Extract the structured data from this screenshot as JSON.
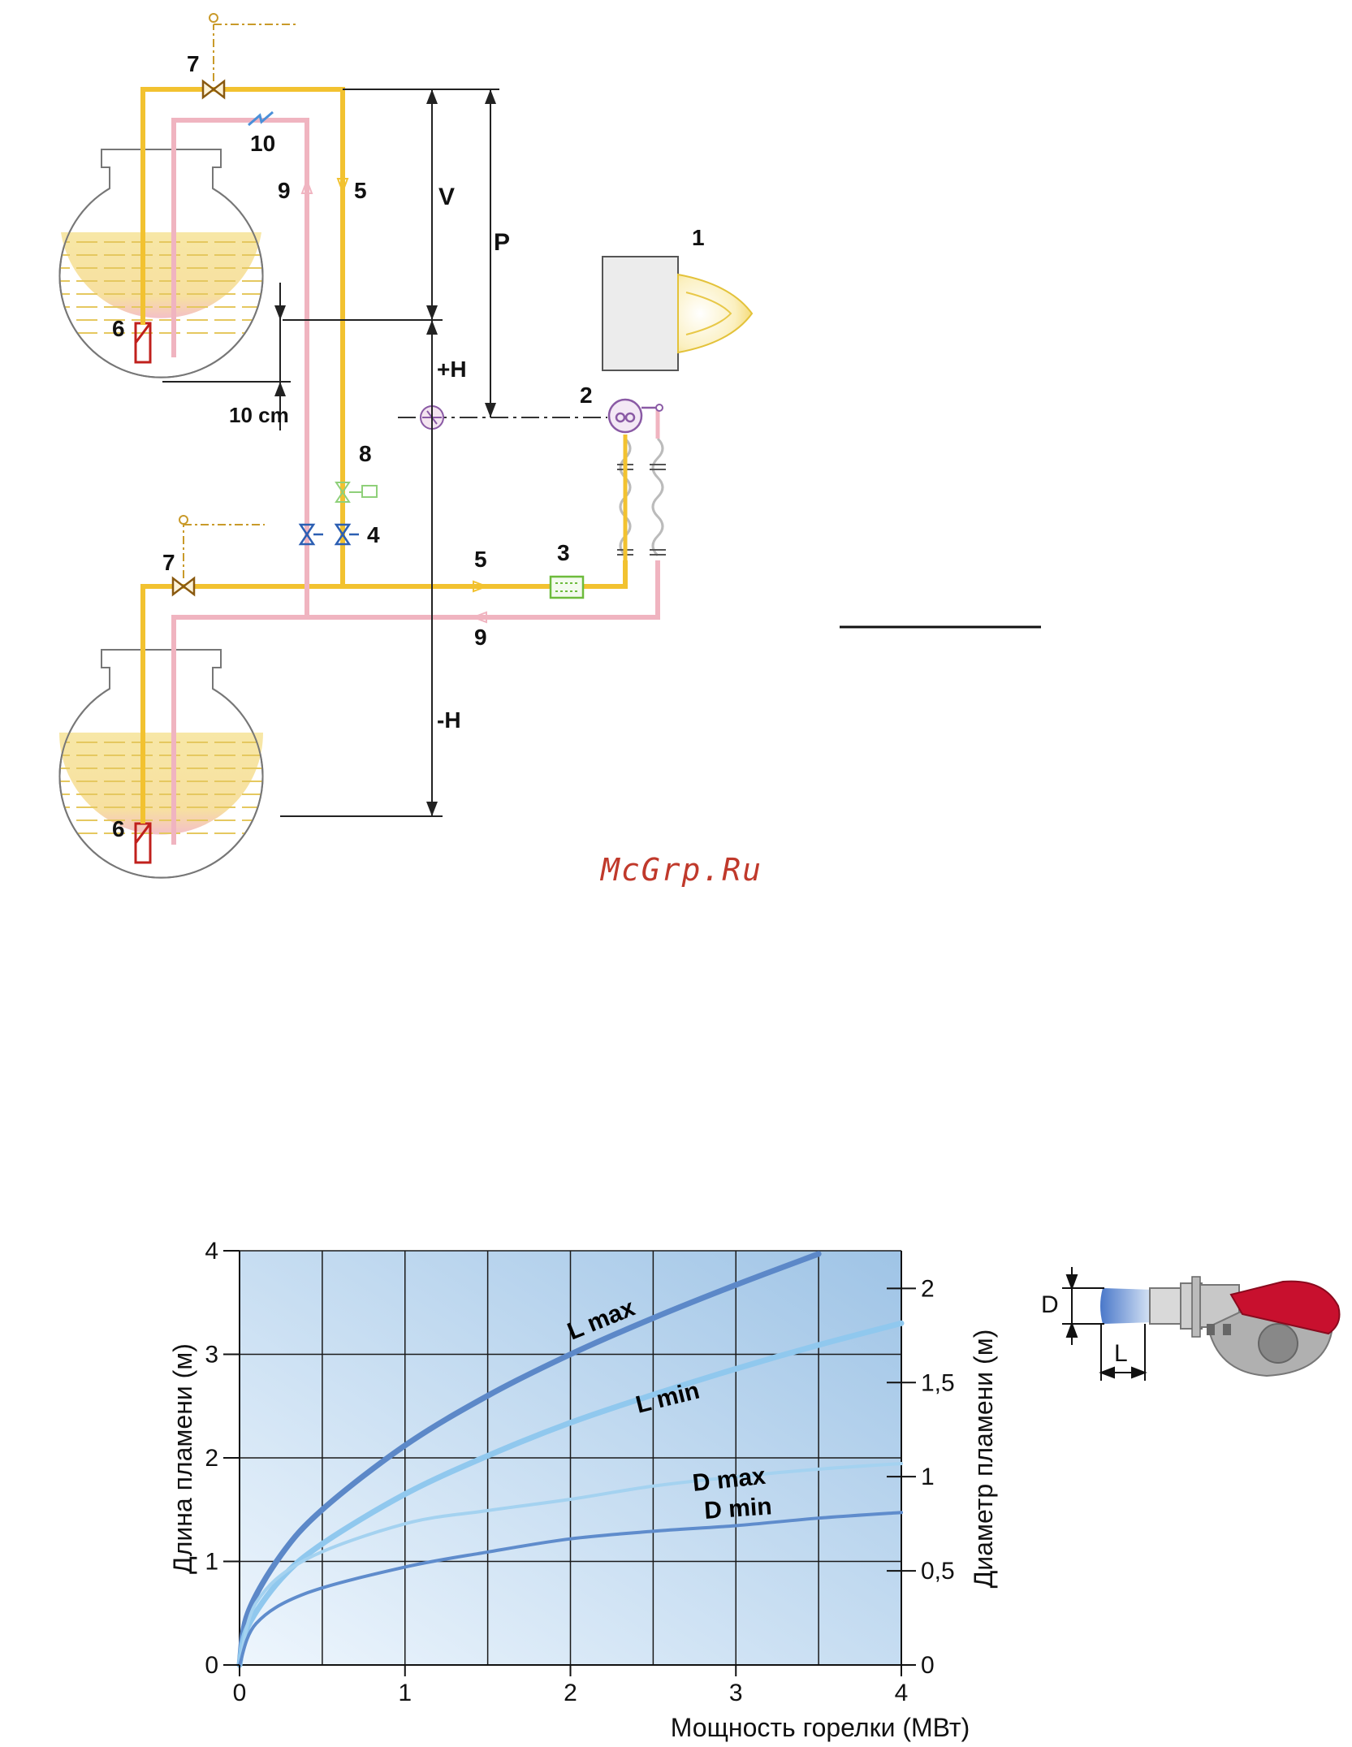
{
  "schematic": {
    "labels": {
      "n1": "1",
      "n2": "2",
      "n3": "3",
      "n4": "4",
      "n5a": "5",
      "n5b": "5",
      "n6a": "6",
      "n6b": "6",
      "n7a": "7",
      "n7b": "7",
      "n8": "8",
      "n9a": "9",
      "n9b": "9",
      "n10": "10",
      "V": "V",
      "P": "P",
      "plusH": "+H",
      "minusH": "-H",
      "cm": "10 cm"
    },
    "colors": {
      "suction": "#f2c230",
      "return": "#f0b4c0",
      "oil": "#f6e39a",
      "valve": "#2c5fb3",
      "filter": "#6dbb3c",
      "red": "#c0201c"
    }
  },
  "watermark": "McGrp.Ru",
  "chart_data": {
    "type": "line",
    "x_label": "Мощность горелки (МВт)",
    "y_label_left": "Длина пламени (м)",
    "y_label_right": "Диаметр пламени (м)",
    "x_ticks": [
      "0",
      "1",
      "2",
      "3",
      "4"
    ],
    "y_ticks_left": [
      "0",
      "1",
      "2",
      "3",
      "4"
    ],
    "y_ticks_right": [
      "0",
      "0,5",
      "1",
      "1,5",
      "2"
    ],
    "xlim": [
      0,
      4
    ],
    "ylim_left": [
      0,
      4
    ],
    "ylim_right": [
      0,
      2.2
    ],
    "grid": true,
    "series": [
      {
        "name": "L max",
        "axis": "left",
        "color": "#5c88c8",
        "width": 7,
        "x": [
          0,
          0.05,
          0.25,
          0.5,
          1,
          1.5,
          2,
          2.5,
          3,
          3.5
        ],
        "y": [
          0,
          0.5,
          1.06,
          1.5,
          2.12,
          2.6,
          3.0,
          3.35,
          3.67,
          3.97
        ]
      },
      {
        "name": "L min",
        "axis": "left",
        "color": "#90c8ee",
        "width": 7,
        "x": [
          0,
          0.05,
          0.25,
          0.5,
          1,
          1.5,
          2,
          2.5,
          3,
          3.5,
          4
        ],
        "y": [
          0,
          0.37,
          0.83,
          1.17,
          1.65,
          2.02,
          2.34,
          2.61,
          2.86,
          3.09,
          3.3
        ]
      },
      {
        "name": "D max",
        "axis": "right",
        "color": "#a4d2f0",
        "width": 4,
        "x": [
          0,
          0.1,
          0.4,
          1,
          1.5,
          2,
          2.5,
          3,
          3.5,
          4
        ],
        "y": [
          0,
          0.33,
          0.56,
          0.75,
          0.82,
          0.88,
          0.95,
          1.0,
          1.04,
          1.07
        ]
      },
      {
        "name": "D min",
        "axis": "right",
        "color": "#5f8ccc",
        "width": 4,
        "x": [
          0,
          0.1,
          0.4,
          1,
          1.5,
          2,
          2.5,
          3,
          3.5,
          4
        ],
        "y": [
          0,
          0.22,
          0.38,
          0.52,
          0.6,
          0.67,
          0.71,
          0.74,
          0.78,
          0.81
        ]
      }
    ],
    "curve_labels": [
      "L max",
      "L min",
      "D max",
      "D min"
    ]
  },
  "burner": {
    "D": "D",
    "L": "L"
  }
}
